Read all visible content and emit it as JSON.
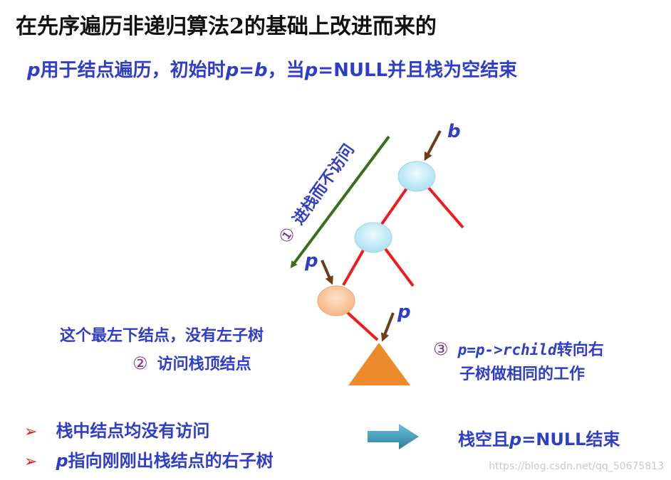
{
  "title": "在先序遍历非递归算法2的基础上改进而来的",
  "subtitle": {
    "p1": "p",
    "t1": "用于结点遍历，初始时",
    "p2": "p=b",
    "t2": "，当",
    "p3": "p",
    "t3": "=NULL并且栈为空结束"
  },
  "diagram": {
    "label_b": "b",
    "label_p_left": "p",
    "label_p_right": "p",
    "step1_num": "①",
    "step1_text": "进栈而不访问",
    "leftmost_note": "这个最左下结点，没有左子树",
    "step2_num": "②",
    "step2_text": "访问栈顶结点",
    "step3_num": "③",
    "step3_code": "p=p->rchild",
    "step3_text1": "转向右",
    "step3_text2": "子树做相同的工作"
  },
  "bullets": [
    {
      "mark": "➢",
      "prefix": "",
      "text": "栈中结点均没有访问"
    },
    {
      "mark": "➢",
      "prefix": "p",
      "text": "指向刚刚出栈结点的右子树"
    }
  ],
  "result": {
    "text1": "栈空且",
    "p": "p",
    "text2": "=NULL结束"
  },
  "watermark": "https://blog.csdn.net/qq_50675813",
  "colors": {
    "text_blue": "#2f3ec8",
    "step_purple": "#7b2e8c",
    "edge_red": "#ee1c1c",
    "arrow_green": "#3a6f1f",
    "pointer_brown": "#6b3d1a",
    "node_blue": "#bfe9f7",
    "node_orange": "#fbc8a0",
    "triangle_orange": "#ed8a2b",
    "big_arrow_teal": "#3b97b4"
  }
}
